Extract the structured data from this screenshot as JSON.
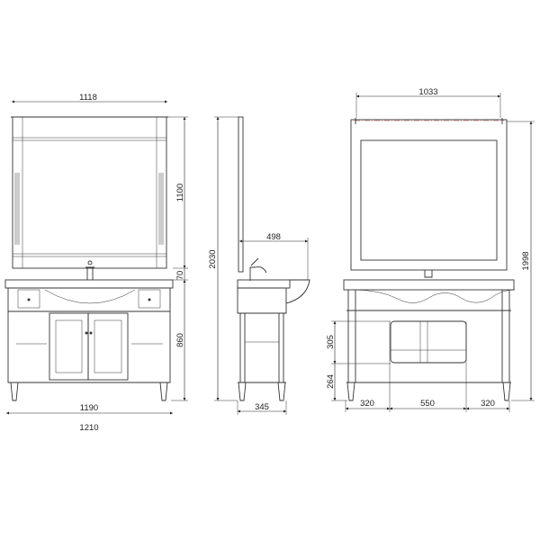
{
  "drawing": {
    "front_view": {
      "mirror_width": "1118",
      "mirror_height": "1100",
      "gap": "70",
      "vanity_height": "860",
      "vanity_width_inner": "1190",
      "vanity_width_total": "1210"
    },
    "side_view": {
      "total_height": "2030",
      "top_depth": "498",
      "base_depth": "345"
    },
    "back_view": {
      "mirror_mount_width": "1033",
      "mount_height": "1998",
      "rack_height": "305",
      "rack_base_height": "264",
      "left_offset": "320",
      "rack_width": "550",
      "right_offset": "320"
    }
  },
  "colors": {
    "line": "#333333",
    "mount_axis": "#d98080"
  }
}
